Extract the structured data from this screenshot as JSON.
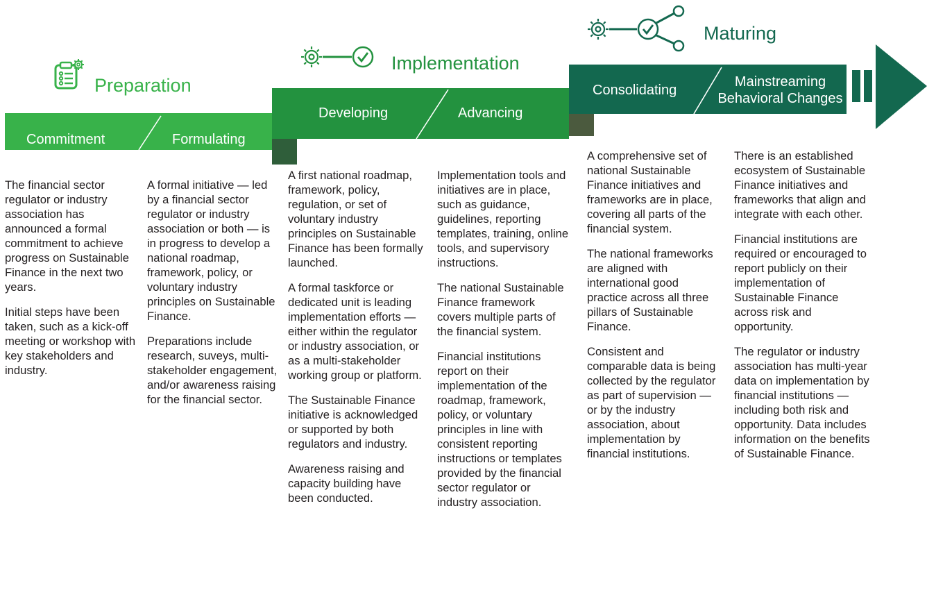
{
  "colors": {
    "preparation_green": "#38b24a",
    "implementation_green": "#23923f",
    "maturing_green": "#13684f",
    "title_preparation": "#38b24a",
    "title_implementation": "#23923f",
    "title_maturing": "#13684f",
    "fold_preparation": "#2f5e3a",
    "fold_implementation": "#4b5a3e"
  },
  "phases": {
    "preparation": {
      "title": "Preparation",
      "icon": "checklist-gear-icon"
    },
    "implementation": {
      "title": "Implementation",
      "icon": "gear-check-icon"
    },
    "maturing": {
      "title": "Maturing",
      "icon": "gear-check-network-icon"
    }
  },
  "stages": {
    "commitment": "Commitment",
    "formulating": "Formulating",
    "developing": "Developing",
    "advancing": "Advancing",
    "consolidating": "Consolidating",
    "mainstreaming_line1": "Mainstreaming",
    "mainstreaming_line2": "Behavioral Changes"
  },
  "columns": {
    "commitment": [
      "The financial sector regulator or industry association has announced a formal commitment to achieve progress on Sustainable Finance in the next two years.",
      "Initial steps have been taken, such as a kick-off meeting or workshop with key stakeholders and industry."
    ],
    "formulating": [
      "A formal initiative — led by a financial sector regulator or industry association or both — is in progress to develop a national roadmap, framework, policy, or voluntary industry principles on Sustainable Finance.",
      "Preparations include research, suveys, multi-stakeholder engagement, and/or awareness raising for the financial sector."
    ],
    "developing": [
      "A first national roadmap, framework, policy, regulation, or set of voluntary industry principles on Sustainable Finance has been formally launched.",
      "A formal taskforce or dedicated unit is leading implementation efforts — either within the regulator or industry association, or as a multi-stakeholder working group or platform.",
      "The Sustainable Finance initiative is acknowledged or supported by both regulators and industry.",
      "Awareness raising and capacity building have been conducted."
    ],
    "advancing": [
      "Implementation tools and initiatives are in place, such as guidance, guidelines, reporting templates, training, online tools, and supervisory instructions.",
      "The national Sustainable Finance framework covers multiple parts of the financial system.",
      "Financial institutions report on their implementation of the roadmap, framework, policy, or voluntary principles in line with consistent reporting instructions or templates provided by the financial sector regulator or industry association."
    ],
    "consolidating": [
      "A comprehensive set of national Sustainable Finance initiatives and frameworks are in place, covering all parts of the financial system.",
      "The national frameworks are aligned with international good practice across all three pillars of Sustainable Finance.",
      "Consistent and comparable data is being collected by the regulator as part of supervision — or by the industry association, about implementation by financial institutions."
    ],
    "mainstreaming": [
      "There is an established ecosystem of Sustainable Finance initiatives and frameworks that align and integrate with each other.",
      "Financial institutions are required or encouraged to report publicly on their implementation of Sustainable Finance across risk and opportunity.",
      "The regulator or industry association has multi-year data on implementation by financial institutions — including both risk and opportunity. Data includes information on the benefits of Sustainable Finance."
    ]
  }
}
